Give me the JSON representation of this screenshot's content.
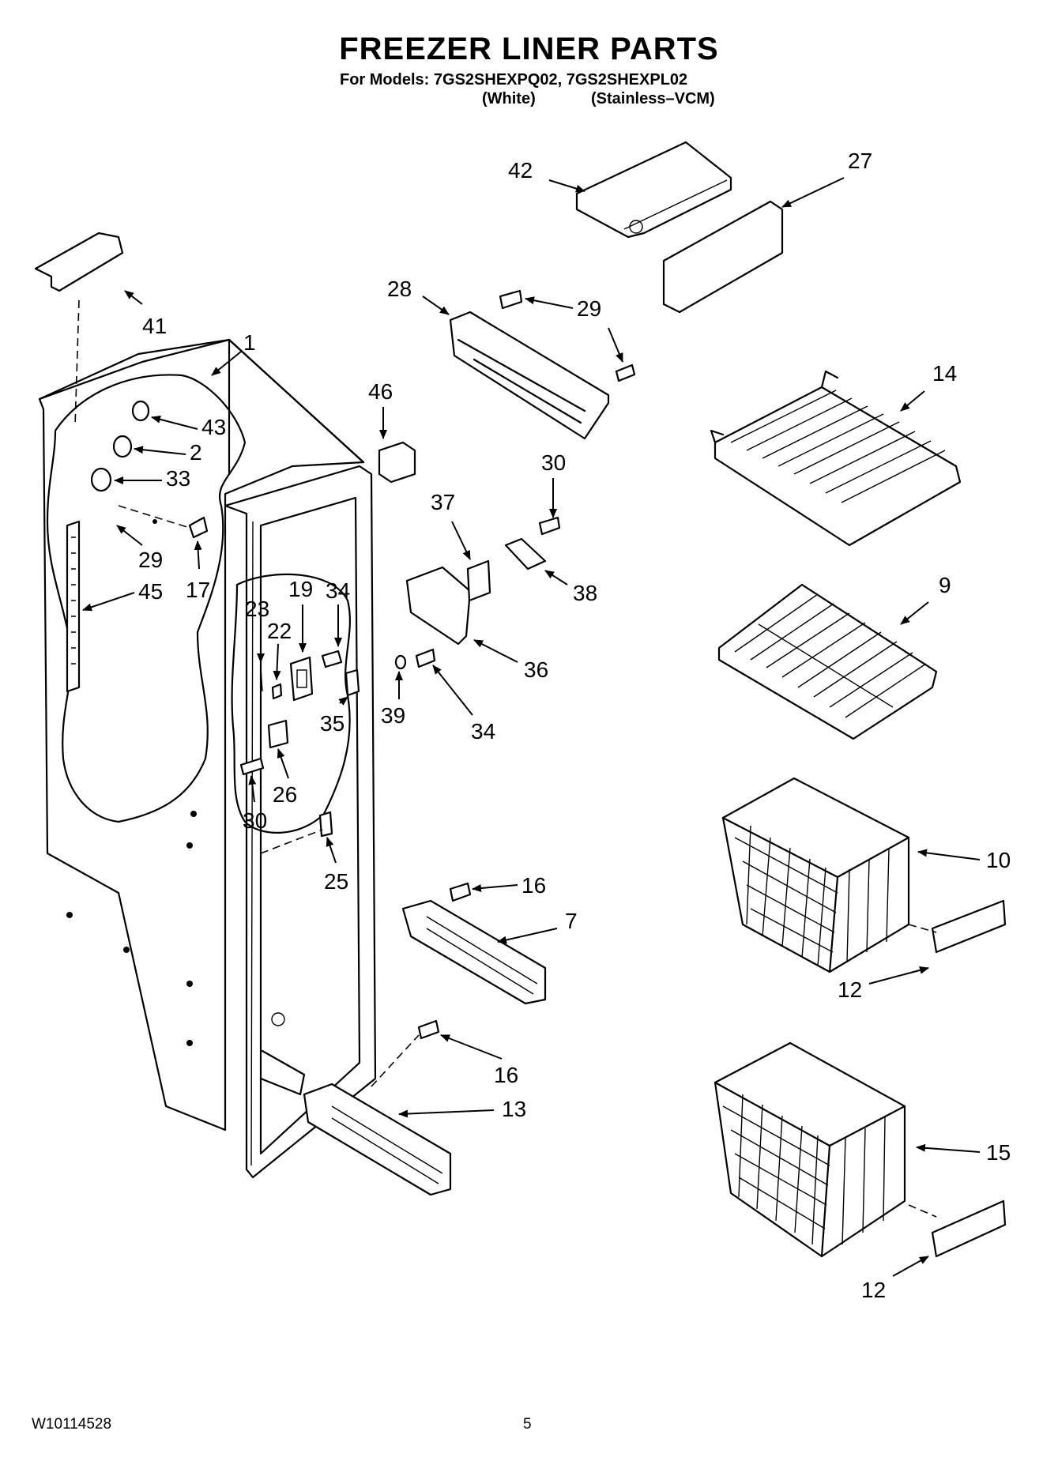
{
  "header": {
    "title": "FREEZER LINER PARTS",
    "models_line": "For Models: 7GS2SHEXPQ02, 7GS2SHEXPL02",
    "variant_white": "(White)",
    "variant_stainless": "(Stainless–VCM)"
  },
  "footer": {
    "doc_number": "W10114528",
    "page_number": "5"
  },
  "callouts": {
    "c1": "1",
    "c2": "2",
    "c7": "7",
    "c9": "9",
    "c10": "10",
    "c12a": "12",
    "c12b": "12",
    "c13": "13",
    "c14": "14",
    "c15": "15",
    "c16a": "16",
    "c16b": "16",
    "c17": "17",
    "c19": "19",
    "c22": "22",
    "c23": "23",
    "c25": "25",
    "c26": "26",
    "c27": "27",
    "c28": "28",
    "c29a": "29",
    "c29b": "29",
    "c30a": "30",
    "c30b": "30",
    "c33": "33",
    "c34a": "34",
    "c34b": "34",
    "c35": "35",
    "c36": "36",
    "c37": "37",
    "c38": "38",
    "c39": "39",
    "c41": "41",
    "c42": "42",
    "c43": "43",
    "c45": "45",
    "c46": "46"
  }
}
